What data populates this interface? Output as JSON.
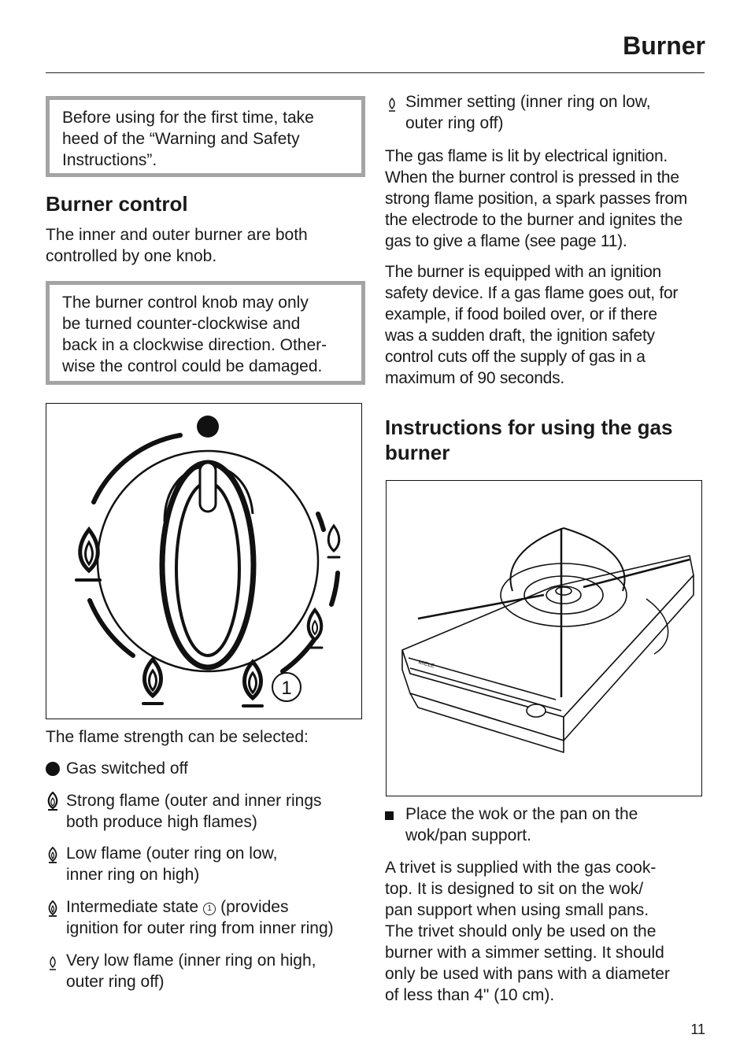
{
  "header": {
    "title": "Burner"
  },
  "left": {
    "warning1": {
      "lines": [
        "Before using for the first time, take",
        "heed of the “Warning and Safety",
        "Instructions”."
      ]
    },
    "section1": {
      "heading": "Burner control",
      "intro_lines": [
        "The inner and outer burner are both",
        "controlled by one knob."
      ]
    },
    "warning2": {
      "lines": [
        "The burner control knob may only",
        "be turned counter-clockwise and",
        "back in a clockwise direction. Other-",
        "wise the control could be damaged."
      ]
    },
    "knob_figure": {
      "marker_label": "1"
    },
    "legend_intro": "The flame strength can be selected:",
    "legend": [
      {
        "icon": "filled-dot-icon",
        "lines": [
          "Gas switched off"
        ]
      },
      {
        "icon": "strong-flame-icon",
        "lines": [
          "Strong flame (outer and inner rings",
          "both produce high flames)"
        ]
      },
      {
        "icon": "low-flame-icon",
        "lines": [
          "Low flame (outer ring on low,",
          "inner ring on high)"
        ]
      },
      {
        "icon": "intermediate-flame-icon",
        "lines": [
          "Intermediate state",
          "ignition for outer ring from inner ring)"
        ],
        "circled": "1",
        "line1_suffix": "(provides"
      },
      {
        "icon": "very-low-flame-icon",
        "lines": [
          "Very low flame (inner ring on high,",
          "outer ring off)"
        ]
      }
    ]
  },
  "right": {
    "simmer": {
      "icon": "simmer-flame-icon",
      "lines": [
        "Simmer setting (inner ring on low,",
        "outer ring off)"
      ]
    },
    "ignition_lines": [
      "The gas flame is lit by electrical ignition.",
      "When the burner control is pressed in the",
      "strong flame position, a spark passes from",
      "the electrode to the burner and ignites the",
      "gas to give a flame (see page 11)."
    ],
    "safety_lines": [
      "The burner is equipped with an ignition",
      "safety device. If a gas flame goes out, for",
      "example, if food boiled over, or if there",
      "was a sudden draft, the ignition safety",
      "control cuts off the supply of gas in a",
      "maximum of 90 seconds."
    ],
    "section2": {
      "heading_lines": [
        "Instructions for using the gas",
        "burner"
      ]
    },
    "cooktop_figure": {
      "brand_text": "MIELE"
    },
    "bullet": {
      "lines": [
        "Place the wok or the pan on the",
        "wok/pan support."
      ]
    },
    "trivet_lines": [
      "A trivet is supplied with the gas cook-",
      "top. It is designed to sit on the wok/",
      "pan support when using small pans.",
      "The trivet should only be used on the",
      "burner with a simmer setting. It should",
      "only be used with pans with a diameter",
      "of less than 4\" (10 cm)."
    ]
  },
  "footer": {
    "page_number": "11"
  }
}
